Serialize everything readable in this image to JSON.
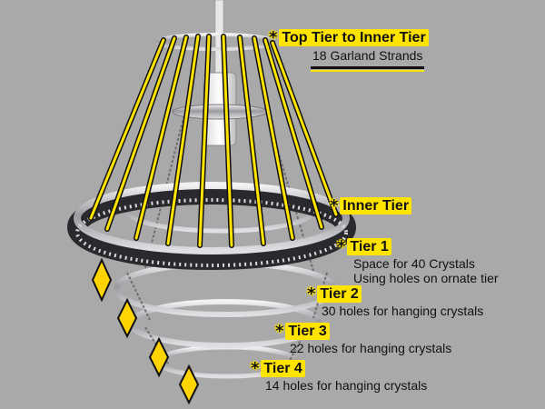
{
  "labels": {
    "top_tier": {
      "title": "Top Tier to Inner Tier",
      "subtitle": "18 Garland Strands"
    },
    "inner_tier": {
      "title": "Inner Tier"
    },
    "tier1": {
      "title": "Tier 1",
      "line1": "Space for 40 Crystals",
      "line2": "Using holes on ornate tier"
    },
    "tier2": {
      "title": "Tier 2",
      "line1": "30 holes for hanging crystals"
    },
    "tier3": {
      "title": "Tier 3",
      "line1": "22 holes for hanging crystals"
    },
    "tier4": {
      "title": "Tier 4",
      "line1": "14 holes for hanging crystals"
    }
  },
  "colors": {
    "background": "#a9a9a9",
    "highlight": "#ffe400",
    "metal": "#c8c8cc",
    "metal_dark": "#2a2a2e"
  }
}
